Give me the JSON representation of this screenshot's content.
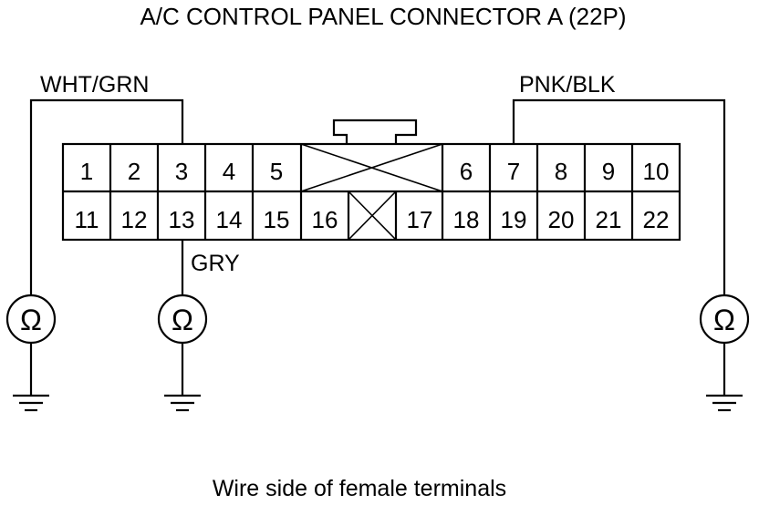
{
  "title": "A/C CONTROL PANEL CONNECTOR A (22P)",
  "wires": {
    "left": "WHT/GRN",
    "right": "PNK/BLK",
    "middle": "GRY"
  },
  "pins": {
    "row1": [
      "1",
      "2",
      "3",
      "4",
      "5",
      "6",
      "7",
      "8",
      "9",
      "10"
    ],
    "row2": [
      "11",
      "12",
      "13",
      "14",
      "15",
      "16",
      "17",
      "18",
      "19",
      "20",
      "21",
      "22"
    ]
  },
  "meter_symbol": "Ω",
  "caption": "Wire side of female terminals"
}
